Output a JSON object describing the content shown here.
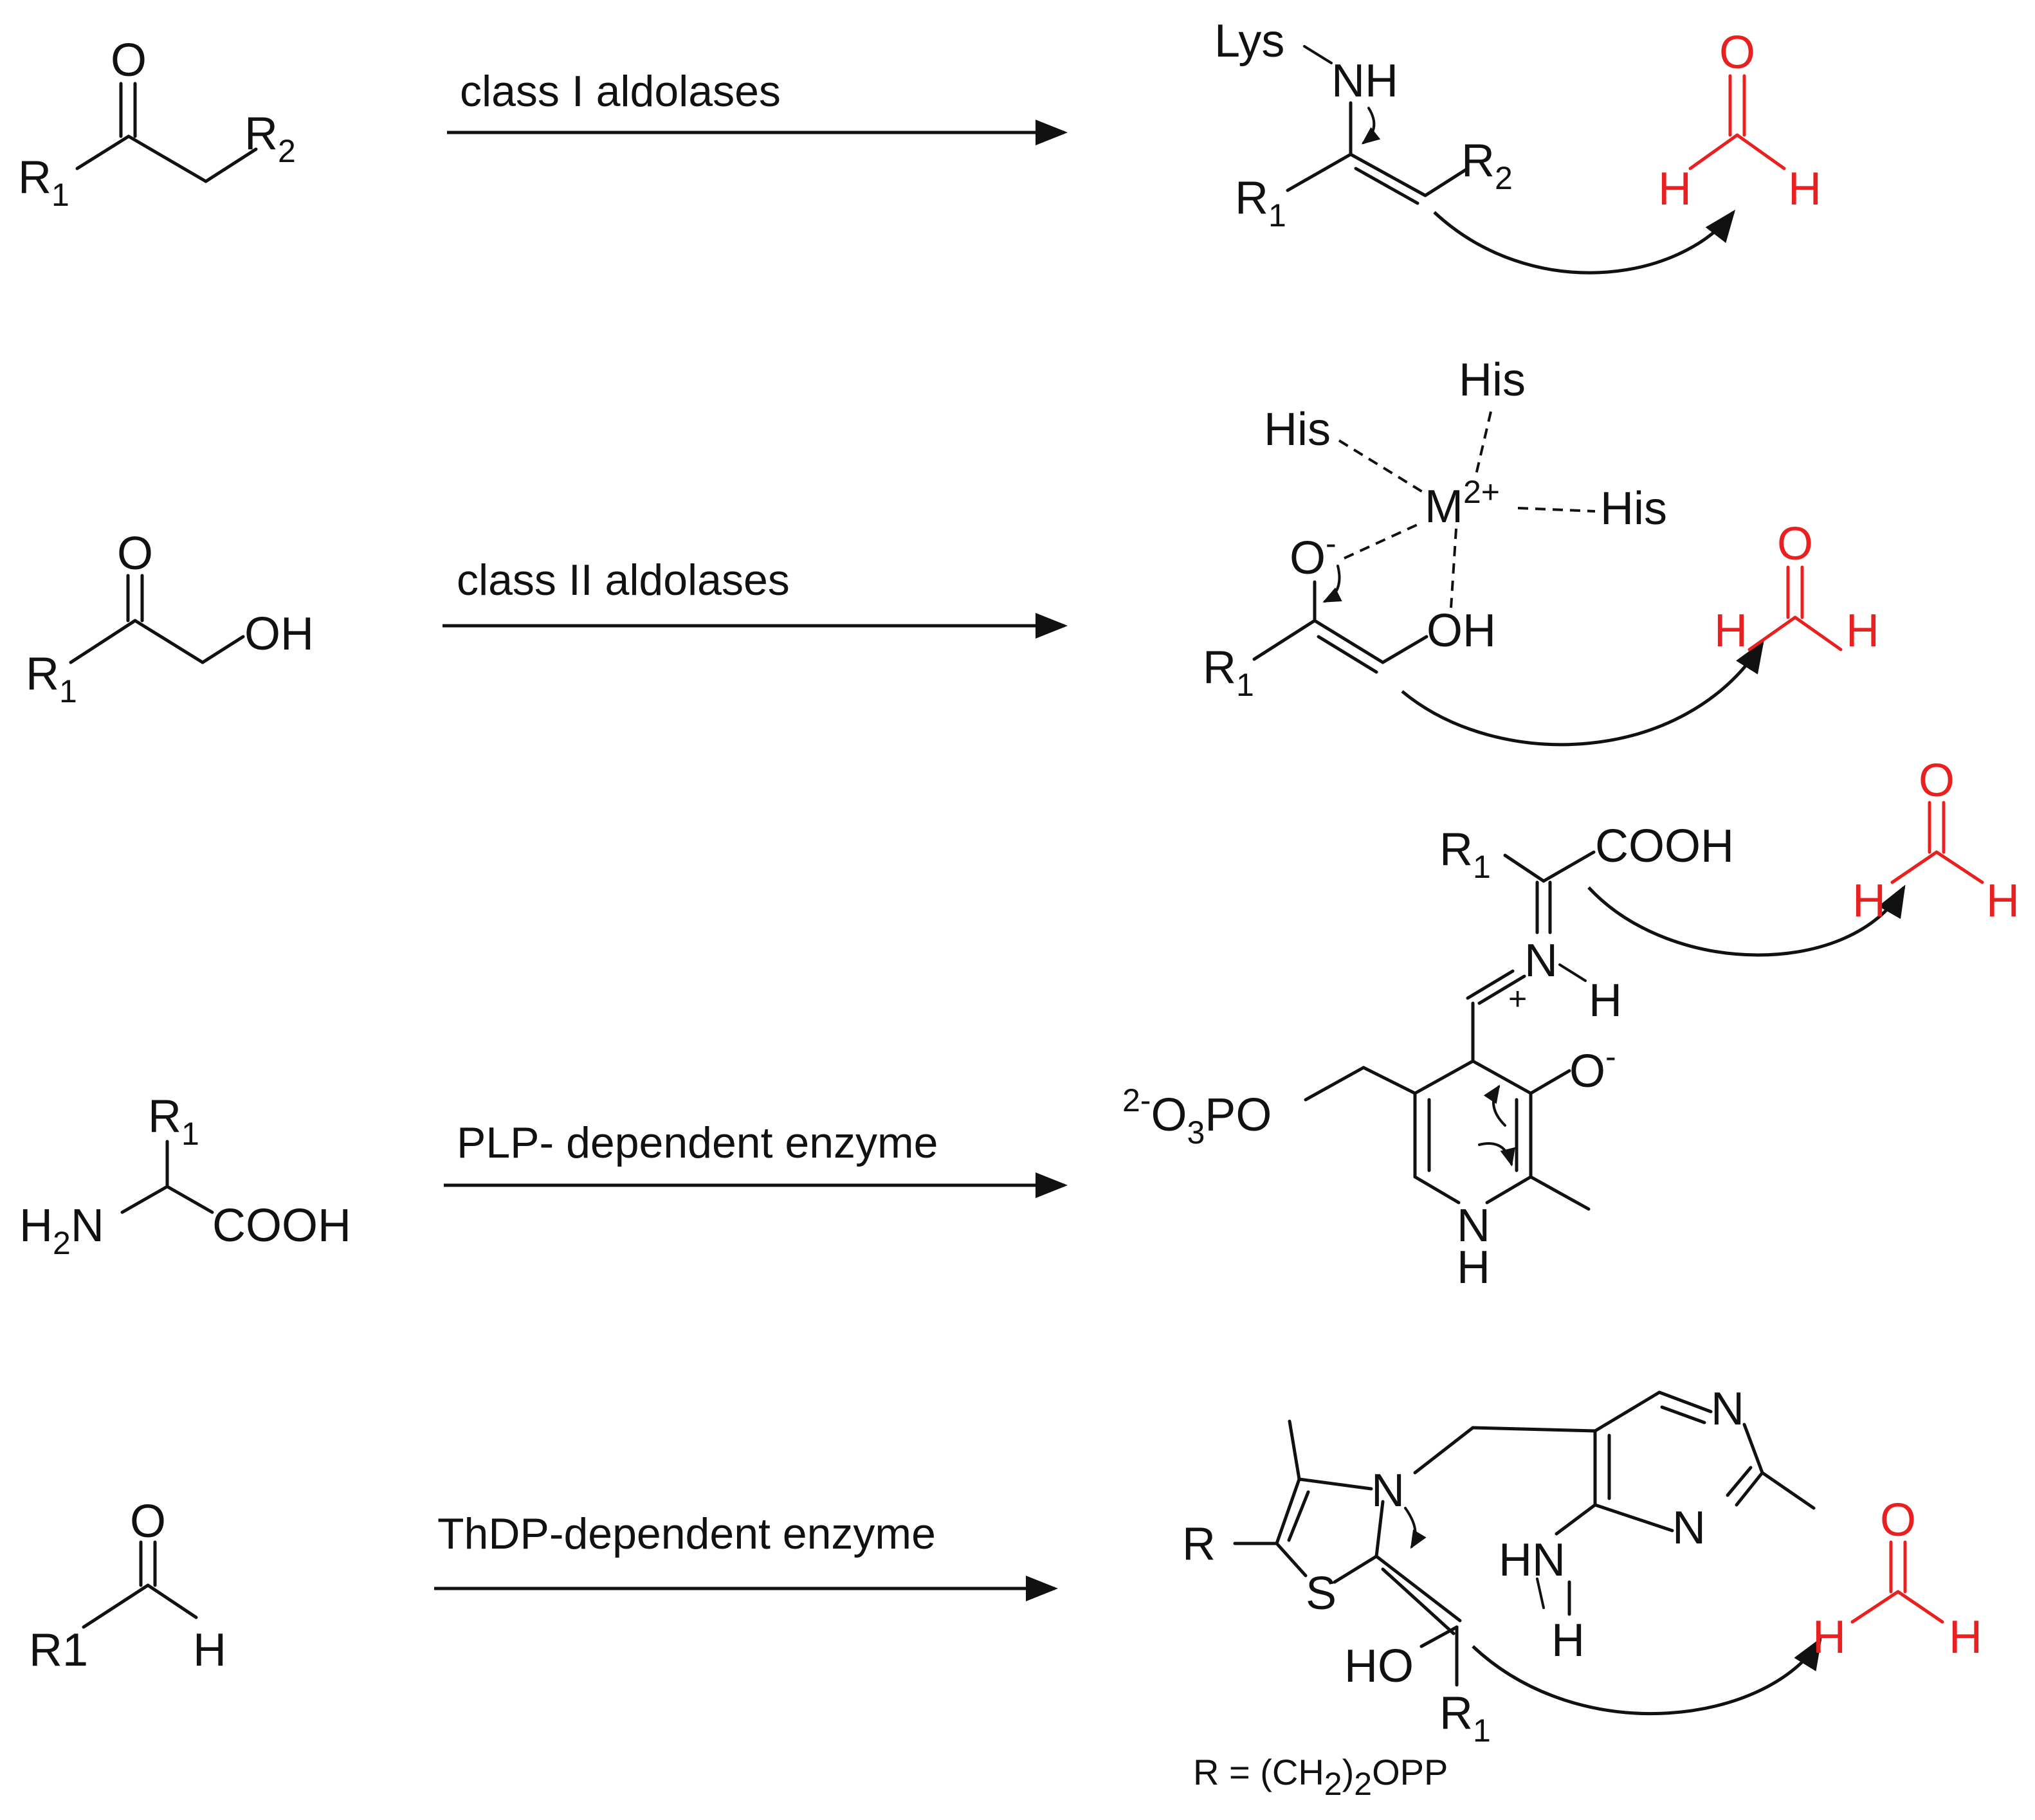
{
  "arrows": {
    "row1": "class I aldolases",
    "row2": "class II aldolases",
    "row3": "PLP- dependent enzyme",
    "row4": "ThDP-dependent enzyme"
  },
  "atoms": {
    "O": "O",
    "H": "H",
    "R": "R",
    "R1": "R",
    "R1_num": "1",
    "R2": "R",
    "R2_num": "2",
    "OH": "OH",
    "HO": "HO",
    "Lys": "Lys",
    "NH": "NH",
    "His": "His",
    "M": "M",
    "M_charge": "2+",
    "minus": "-",
    "plus": "+",
    "N": "N",
    "S": "S",
    "HN": "HN",
    "COOH": "COOH",
    "H2N_H": "H",
    "H2N_2": "2",
    "H2N_N": "N",
    "phos_charge": "2-",
    "phos_O": "O",
    "phos_3": "3",
    "phos_PO": "PO",
    "R1_plain": "R1"
  },
  "footnote": {
    "prefix": "R = (CH",
    "sub": "2",
    "suffix": ")",
    "sub2": "2",
    "tail": "OPP"
  },
  "colors": {
    "formaldehyde": "#e8201f",
    "ink": "#111111"
  }
}
